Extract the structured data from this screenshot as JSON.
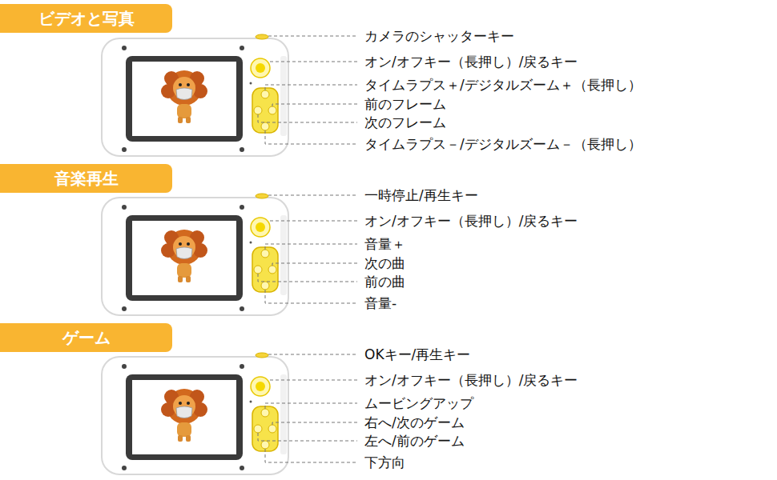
{
  "diagram": {
    "nodes": [
      {
        "text": [
          "ビデオと写真"
        ]
      },
      {
        "text": [
          "音楽再生"
        ]
      },
      {
        "text": [
          "ゲーム"
        ]
      }
    ],
    "labels": [
      "カメラのシャッターキー",
      "オン/オフキー（長押し）/戻るキー",
      "タイムラプス＋/デジタルズーム＋（長押し）",
      "前のフレーム",
      "次のフレーム",
      "タイムラプス－/デジタルズーム－（長押し）",
      "一時停止/再生キー",
      "オン/オフキー（長押し）/戻るキー",
      "音量＋",
      "次の曲",
      "前の曲",
      "音量-",
      "OKキー/再生キー",
      "オン/オフキー（長押し）/戻るキー",
      "ムービングアップ",
      "右へ/次のゲーム",
      "左へ/前のゲーム",
      "下方向"
    ]
  }
}
